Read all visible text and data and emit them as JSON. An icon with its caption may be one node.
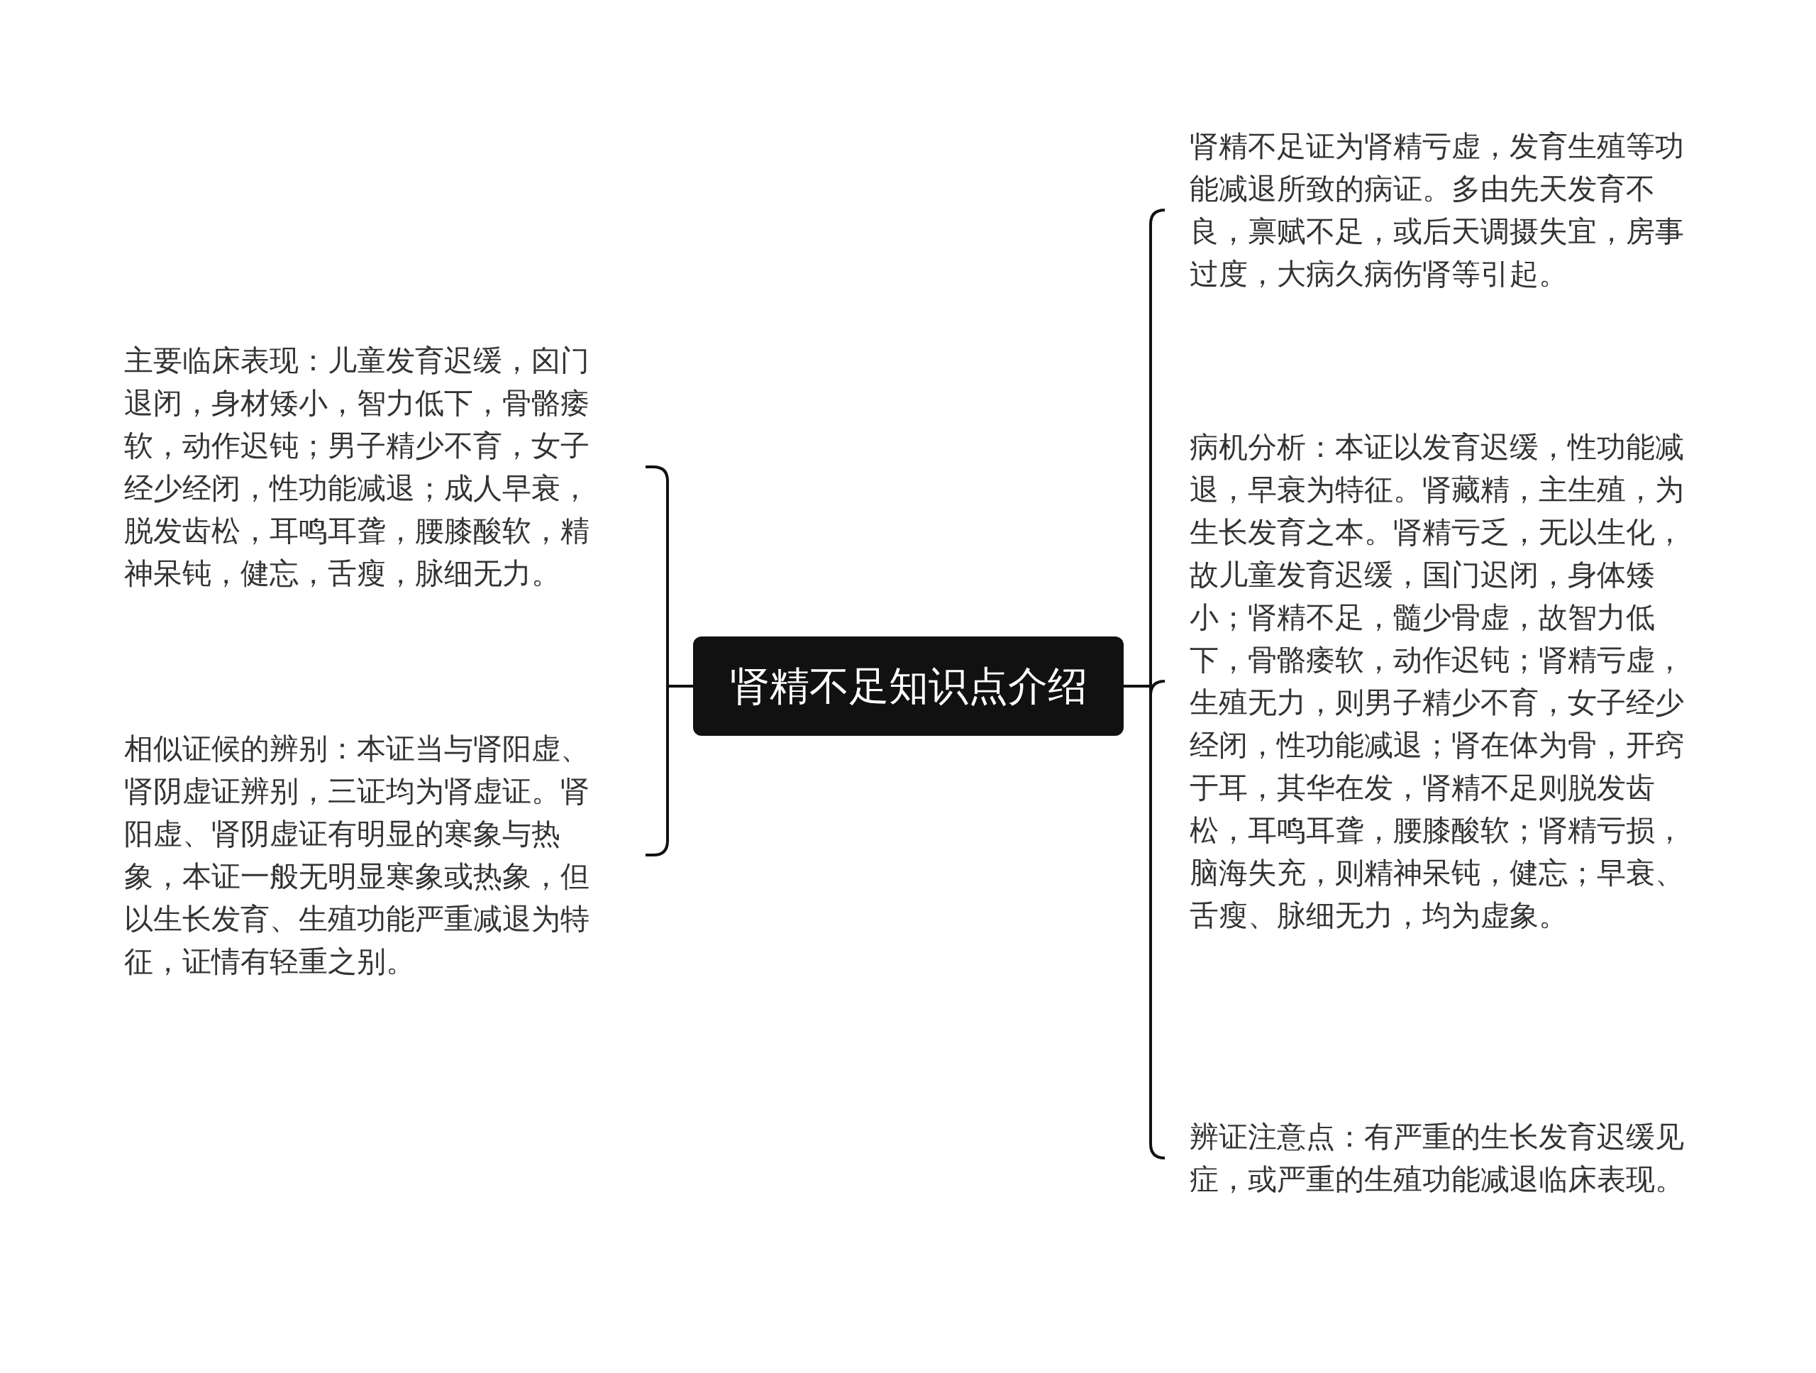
{
  "diagram": {
    "nodes": [
      {
        "text": [
          "肾精不足知识点介绍"
        ]
      },
      {
        "text": [
          "主要临床表现：儿童发育迟缓，囟门退闭，身材矮小，智力低下，骨骼痿软，动作迟钝；男子精少不育，女子经少经闭，性功能减退；成人早衰，脱发齿松，耳鸣耳聋，腰膝酸软，精神呆钝，健忘，舌瘦，脉细无力。"
        ]
      },
      {
        "text": [
          "相似证候的辨别：本证当与肾阳虚、肾阴虚证辨别，三证均为肾虚证。肾阳虚、肾阴虚证有明显的寒象与热象，本证一般无明显寒象或热象，但以生长发育、生殖功能严重减退为特征，证情有轻重之别。"
        ]
      },
      {
        "text": [
          "肾精不足证为肾精亏虚，发育生殖等功能减退所致的病证。多由先天发育不良，禀赋不足，或后天调摄失宜，房事过度，大病久病伤肾等引起。"
        ]
      },
      {
        "text": [
          "病机分析：本证以发育迟缓，性功能减退，早衰为特征。肾藏精，主生殖，为生长发育之本。肾精亏乏，无以生化，故儿童发育迟缓，国门迟闭，身体矮小；肾精不足，髓少骨虚，故智力低下，骨骼痿软，动作迟钝；肾精亏虚，生殖无力，则男子精少不育，女子经少经闭，性功能减退；肾在体为骨，开窍于耳，其华在发，肾精不足则脱发齿松，耳鸣耳聋，腰膝酸软；肾精亏损，脑海失充，则精神呆钝，健忘；早衰、舌瘦、脉细无力，均为虚象。"
        ]
      },
      {
        "text": [
          "辨证注意点：有严重的生长发育迟缓见症，或严重的生殖功能减退临床表现。"
        ]
      }
    ],
    "edges": [
      {
        "from": 0,
        "to": 1,
        "arrow": "none"
      },
      {
        "from": 0,
        "to": 2,
        "arrow": "none"
      },
      {
        "from": 0,
        "to": 3,
        "arrow": "none"
      },
      {
        "from": 0,
        "to": 4,
        "arrow": "none"
      },
      {
        "from": 0,
        "to": 5,
        "arrow": "none"
      }
    ]
  }
}
